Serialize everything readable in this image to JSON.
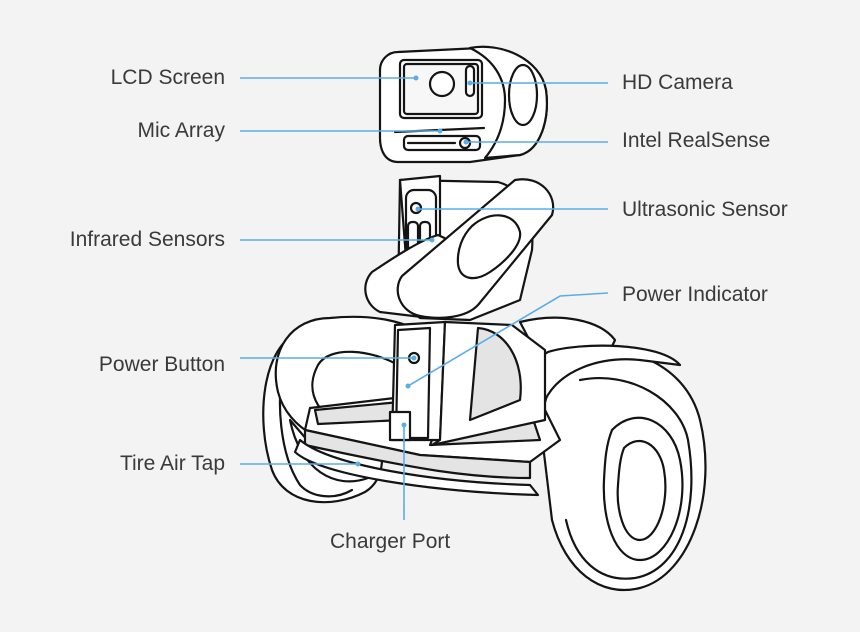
{
  "colors": {
    "background": "#f3f3f3",
    "callout_line": "#5aaee8",
    "outline": "#141414",
    "label_text": "#3a3a3a"
  },
  "labels": {
    "lcd_screen": "LCD Screen",
    "mic_array": "Mic Array",
    "infrared_sensors": "Infrared Sensors",
    "power_button": "Power Button",
    "tire_air_tap": "Tire Air Tap",
    "charger_port": "Charger Port",
    "hd_camera": "HD Camera",
    "intel_realsense": "Intel RealSense",
    "ultrasonic_sensor": "Ultrasonic Sensor",
    "power_indicator": "Power Indicator"
  }
}
